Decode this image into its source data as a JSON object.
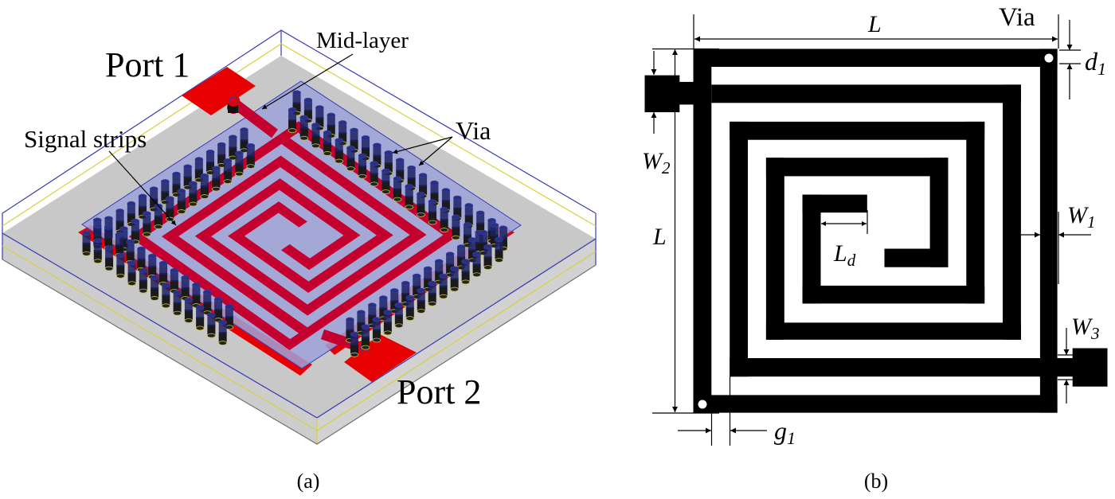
{
  "panel_a": {
    "caption": "(a)",
    "labels": {
      "port1": "Port 1",
      "port2": "Port 2",
      "mid_layer": "Mid-layer",
      "signal_strips": "Signal strips",
      "via": "Via"
    }
  },
  "panel_b": {
    "caption": "(b)",
    "labels": {
      "L_top": "L",
      "via": "Via",
      "d1": "d",
      "d1_sub": "1",
      "W2": "W",
      "W2_sub": "2",
      "L_left": "L",
      "W1": "W",
      "W1_sub": "1",
      "Ld": "L",
      "Ld_sub": "d",
      "W3": "W",
      "W3_sub": "3",
      "g1": "g",
      "g1_sub": "1"
    }
  },
  "colors": {
    "substrate": "#c8c8c8",
    "mid_layer": "#9ea2d8",
    "signal_strip": "#c3002e",
    "port_pad": "#e60000",
    "via": "#1b2262",
    "wireframe": "#3a3ab8",
    "wireframe_inner": "#d8d040",
    "trace_2d": "#000000"
  }
}
